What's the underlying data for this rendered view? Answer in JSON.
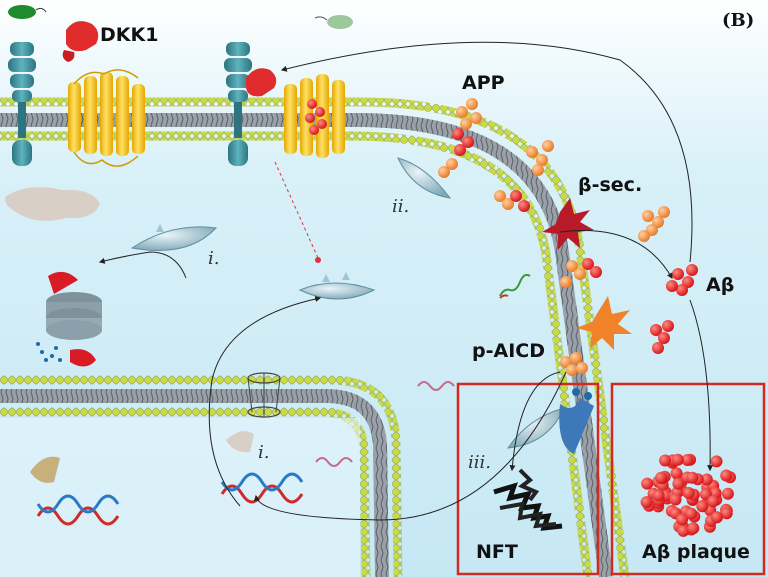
{
  "panel_label": "(B)",
  "labels": {
    "dkk1": "DKK1",
    "app": "APP",
    "beta_secretase": "β-sec.",
    "abeta": "Aβ",
    "p_aicd": "p-AICD",
    "nft": "NFT",
    "abeta_plaque": "Aβ plaque"
  },
  "pathway_markers": {
    "i_upper": "i.",
    "ii": "ii.",
    "i_lower": "i.",
    "iii": "iii."
  },
  "colors": {
    "membrane_head": "#c6d84a",
    "membrane_tail": "#8a8f97",
    "receptor_teal": "#3a8f9a",
    "frizzled_yellow": "#f4c21c",
    "dkk1_red": "#e02c2c",
    "app_orange": "#f0883c",
    "abeta_red": "#e8161e",
    "box_red": "#d22a20",
    "enzyme_blue": "#9fc6d6"
  }
}
